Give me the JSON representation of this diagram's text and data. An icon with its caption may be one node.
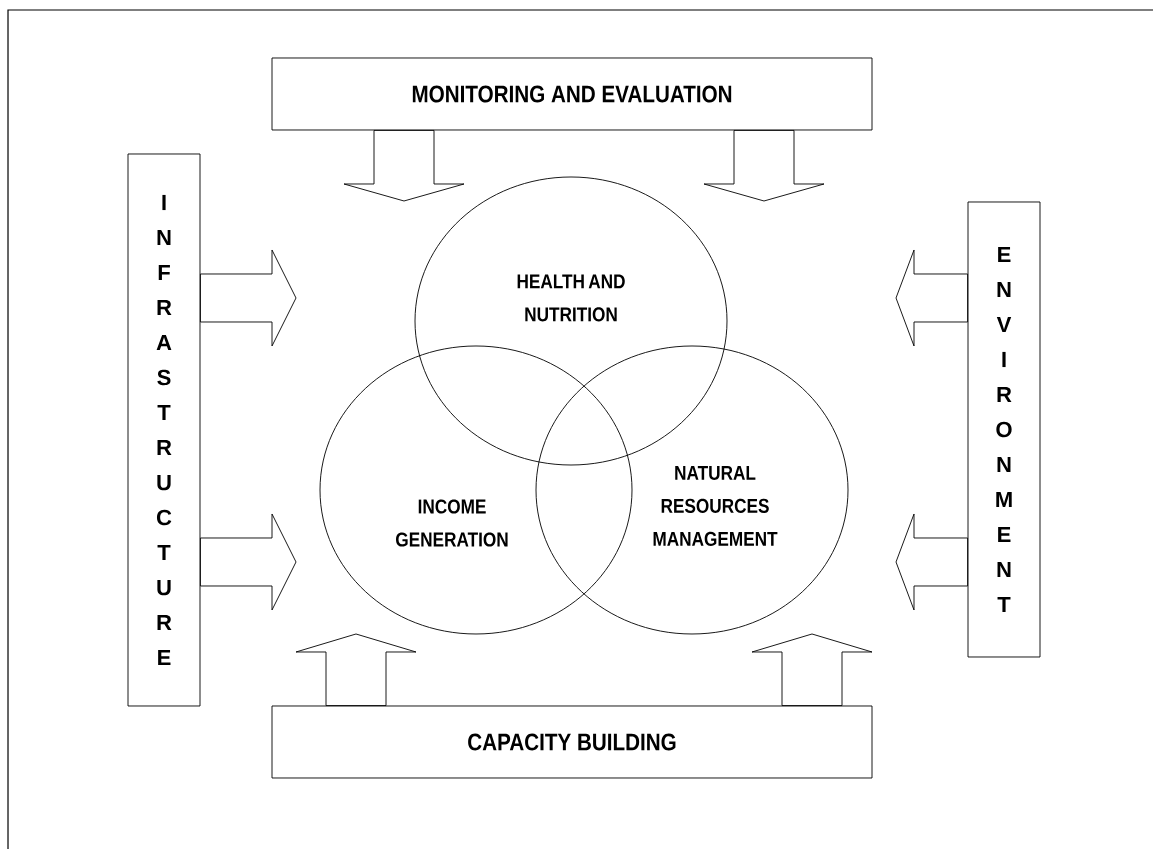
{
  "diagram": {
    "nodes": [
      {
        "text": [
          "MONITORING AND EVALUATION"
        ]
      },
      {
        "text": [
          "INFRASTRUCTURE"
        ]
      },
      {
        "text": [
          "ENVIRONMENT"
        ]
      },
      {
        "text": [
          "HEALTH AND NUTRITION"
        ]
      },
      {
        "text": [
          "INCOME GENERATION"
        ]
      },
      {
        "text": [
          "NATURAL RESOURCES MANAGEMENT"
        ]
      },
      {
        "text": [
          "CAPACITY BUILDING"
        ]
      }
    ],
    "edges": [
      {
        "from": 0,
        "to": null,
        "arrow": "to"
      },
      {
        "from": 0,
        "to": null,
        "arrow": "to"
      },
      {
        "from": 1,
        "to": null,
        "arrow": "to"
      },
      {
        "from": 1,
        "to": null,
        "arrow": "to"
      },
      {
        "from": 2,
        "to": null,
        "arrow": "to"
      },
      {
        "from": 2,
        "to": null,
        "arrow": "to"
      },
      {
        "from": 6,
        "to": null,
        "arrow": "to"
      },
      {
        "from": 6,
        "to": null,
        "arrow": "to"
      }
    ]
  }
}
